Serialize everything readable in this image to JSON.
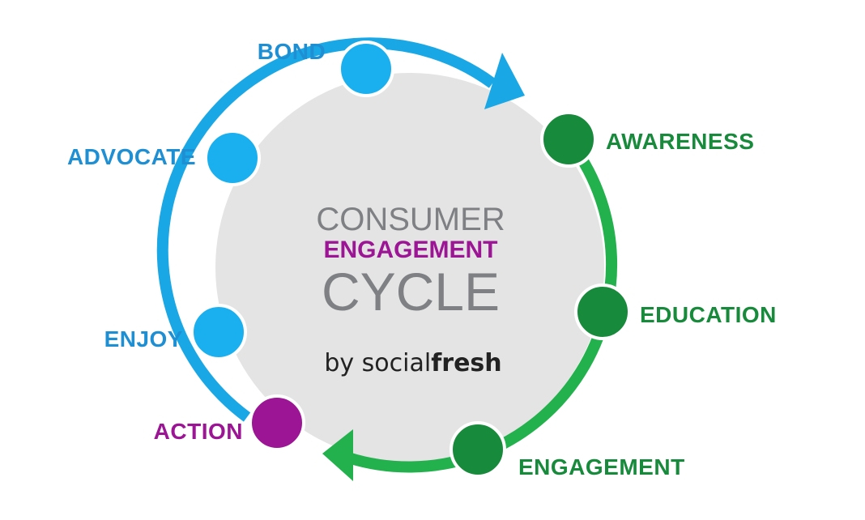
{
  "title": {
    "line1": "CONSUMER",
    "line2": "ENGAGEMENT",
    "line3": "CYCLE",
    "byline_prefix": "by social",
    "byline_brand": "fresh"
  },
  "stages": {
    "bond": "BOND",
    "advocate": "ADVOCATE",
    "enjoy": "ENJOY",
    "action": "ACTION",
    "awareness": "AWARENESS",
    "education": "EDUCATION",
    "engagement": "ENGAGEMENT"
  },
  "colors": {
    "blue": "#1aa7e6",
    "blue_text": "#1e8fd3",
    "green": "#22b14c",
    "green_dark": "#188a3c",
    "purple": "#9b1594",
    "gray_text": "#7f8083",
    "disk": "#e4e4e4"
  }
}
